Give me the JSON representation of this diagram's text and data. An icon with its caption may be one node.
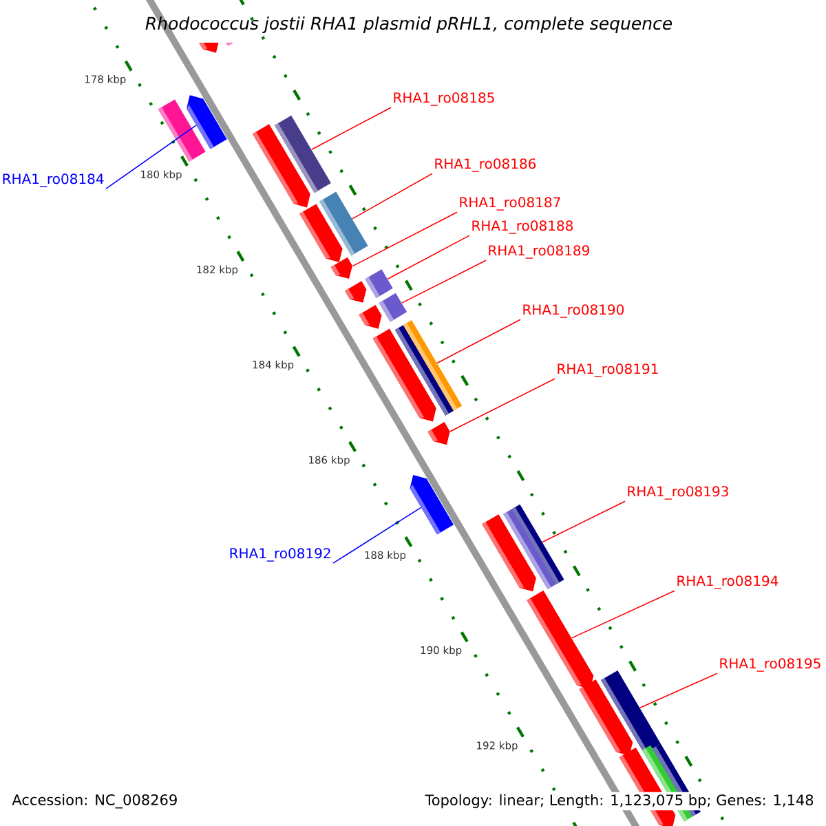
{
  "diagram": {
    "title": "Rhodococcus jostii RHA1 plasmid pRHL1, complete sequence",
    "nodes": [
      {
        "text": [],
        "shape": "arrow"
      },
      {
        "text": [],
        "shape": "box"
      },
      {
        "text": [],
        "shape": "box"
      },
      {
        "text": [],
        "shape": "arrow"
      },
      {
        "text": [],
        "shape": "arrow"
      },
      {
        "text": [],
        "shape": "box"
      },
      {
        "text": [],
        "shape": "arrow"
      },
      {
        "text": [],
        "shape": "box"
      },
      {
        "text": [],
        "shape": "arrow"
      },
      {
        "text": [],
        "shape": "box"
      },
      {
        "text": [],
        "shape": "arrow"
      },
      {
        "text": [],
        "shape": "box"
      },
      {
        "text": [],
        "shape": "arrow"
      },
      {
        "text": [],
        "shape": "arrow"
      },
      {
        "text": [],
        "shape": "box"
      },
      {
        "text": [],
        "shape": "box"
      },
      {
        "text": [],
        "shape": "arrow"
      },
      {
        "text": [],
        "shape": "arrow"
      },
      {
        "text": [],
        "shape": "arrow"
      },
      {
        "text": [],
        "shape": "box"
      },
      {
        "text": [],
        "shape": "box"
      },
      {
        "text": [],
        "shape": "arrow"
      },
      {
        "text": [],
        "shape": "box"
      },
      {
        "text": [],
        "shape": "arrow"
      },
      {
        "text": [],
        "shape": "arrow"
      },
      {
        "text": [],
        "shape": "box"
      },
      {
        "text": [],
        "shape": "box"
      },
      {
        "text": [
          "RHA1_ro08184"
        ]
      },
      {
        "text": [
          "RHA1_ro08185"
        ]
      },
      {
        "text": [
          "RHA1_ro08186"
        ]
      },
      {
        "text": [
          "RHA1_ro08187"
        ]
      },
      {
        "text": [
          "RHA1_ro08188"
        ]
      },
      {
        "text": [
          "RHA1_ro08189"
        ]
      },
      {
        "text": [
          "RHA1_ro08190"
        ]
      },
      {
        "text": [
          "RHA1_ro08191"
        ]
      },
      {
        "text": [
          "RHA1_ro08192"
        ]
      },
      {
        "text": [
          "RHA1_ro08193"
        ]
      },
      {
        "text": [
          "RHA1_ro08194"
        ]
      },
      {
        "text": [
          "RHA1_ro08195"
        ]
      }
    ],
    "edges": [
      {
        "from": 27,
        "to": 3,
        "arrow": "none",
        "color": "#0000ff"
      },
      {
        "from": 28,
        "to": 5,
        "arrow": "none"
      },
      {
        "from": 29,
        "to": 7,
        "arrow": "none"
      },
      {
        "from": 30,
        "to": 8,
        "arrow": "none"
      },
      {
        "from": 31,
        "to": 9,
        "arrow": "none"
      },
      {
        "from": 32,
        "to": 11,
        "arrow": "none"
      },
      {
        "from": 33,
        "to": 15,
        "arrow": "none"
      },
      {
        "from": 34,
        "to": 16,
        "arrow": "none"
      },
      {
        "from": 35,
        "to": 17,
        "arrow": "none",
        "color": "#0000ff"
      },
      {
        "from": 36,
        "to": 20,
        "arrow": "none"
      },
      {
        "from": 37,
        "to": 21,
        "arrow": "none"
      },
      {
        "from": 38,
        "to": 22,
        "arrow": "none"
      }
    ],
    "labels": [
      "178 kbp",
      "180 kbp",
      "182 kbp",
      "184 kbp",
      "186 kbp",
      "188 kbp",
      "190 kbp",
      "192 kbp",
      "Accession: NC_008269",
      "Topology: linear; Length: 1,123,075 bp; Genes: 1,148"
    ]
  }
}
